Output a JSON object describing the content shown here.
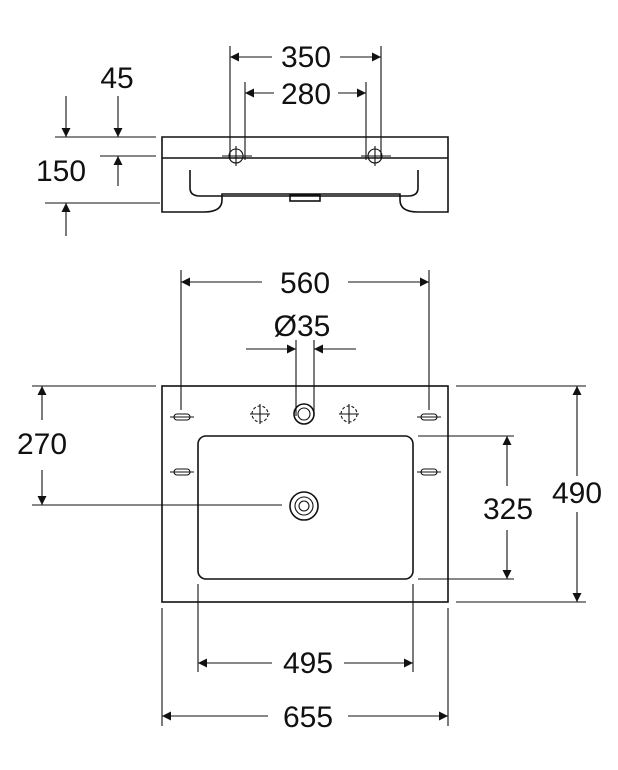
{
  "diagram": {
    "side_view": {
      "dim_outer_holes": "350",
      "dim_inner_holes": "280",
      "dim_top_offset": "45",
      "dim_height": "150"
    },
    "top_view": {
      "dim_hole_centers": "560",
      "dim_tap_hole": "Ø35",
      "dim_drain_offset": "270",
      "dim_bowl_depth": "325",
      "dim_total_depth": "490",
      "dim_bowl_width": "495",
      "dim_total_width": "655"
    }
  }
}
